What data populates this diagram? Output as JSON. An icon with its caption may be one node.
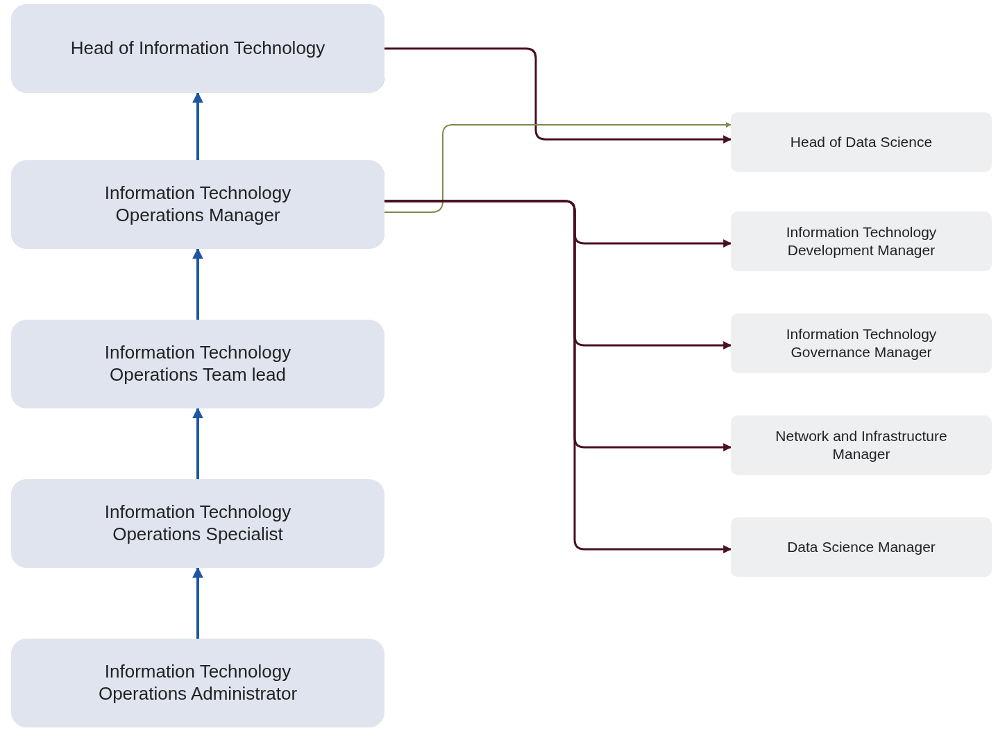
{
  "diagram": {
    "nodes": [
      {
        "text": [
          "Head of Information Technology"
        ]
      },
      {
        "text": [
          "Information Technology Operations Manager"
        ]
      },
      {
        "text": [
          "Information Technology Operations Team lead"
        ]
      },
      {
        "text": [
          "Information Technology Operations Specialist"
        ]
      },
      {
        "text": [
          "Information Technology Operations Administrator"
        ]
      },
      {
        "text": [
          "Head of Data Science"
        ]
      },
      {
        "text": [
          "Information Technology Development Manager"
        ]
      },
      {
        "text": [
          "Information Technology Governance Manager"
        ]
      },
      {
        "text": [
          "Network and Infrastructure Manager"
        ]
      },
      {
        "text": [
          "Data Science Manager"
        ]
      }
    ],
    "edges": [
      {
        "from": 1,
        "to": 0,
        "arrow": "to",
        "color": "#1f56a3"
      },
      {
        "from": 2,
        "to": 1,
        "arrow": "to",
        "color": "#1f56a3"
      },
      {
        "from": 3,
        "to": 2,
        "arrow": "to",
        "color": "#1f56a3"
      },
      {
        "from": 4,
        "to": 3,
        "arrow": "to",
        "color": "#1f56a3"
      },
      {
        "from": 0,
        "to": 5,
        "arrow": "to"
      },
      {
        "from": 1,
        "to": 5,
        "arrow": "to",
        "color": "#7d8a4e"
      },
      {
        "from": 1,
        "to": 6,
        "arrow": "to"
      },
      {
        "from": 1,
        "to": 7,
        "arrow": "to"
      },
      {
        "from": 1,
        "to": 8,
        "arrow": "to"
      },
      {
        "from": 1,
        "to": 9,
        "arrow": "to"
      }
    ]
  }
}
